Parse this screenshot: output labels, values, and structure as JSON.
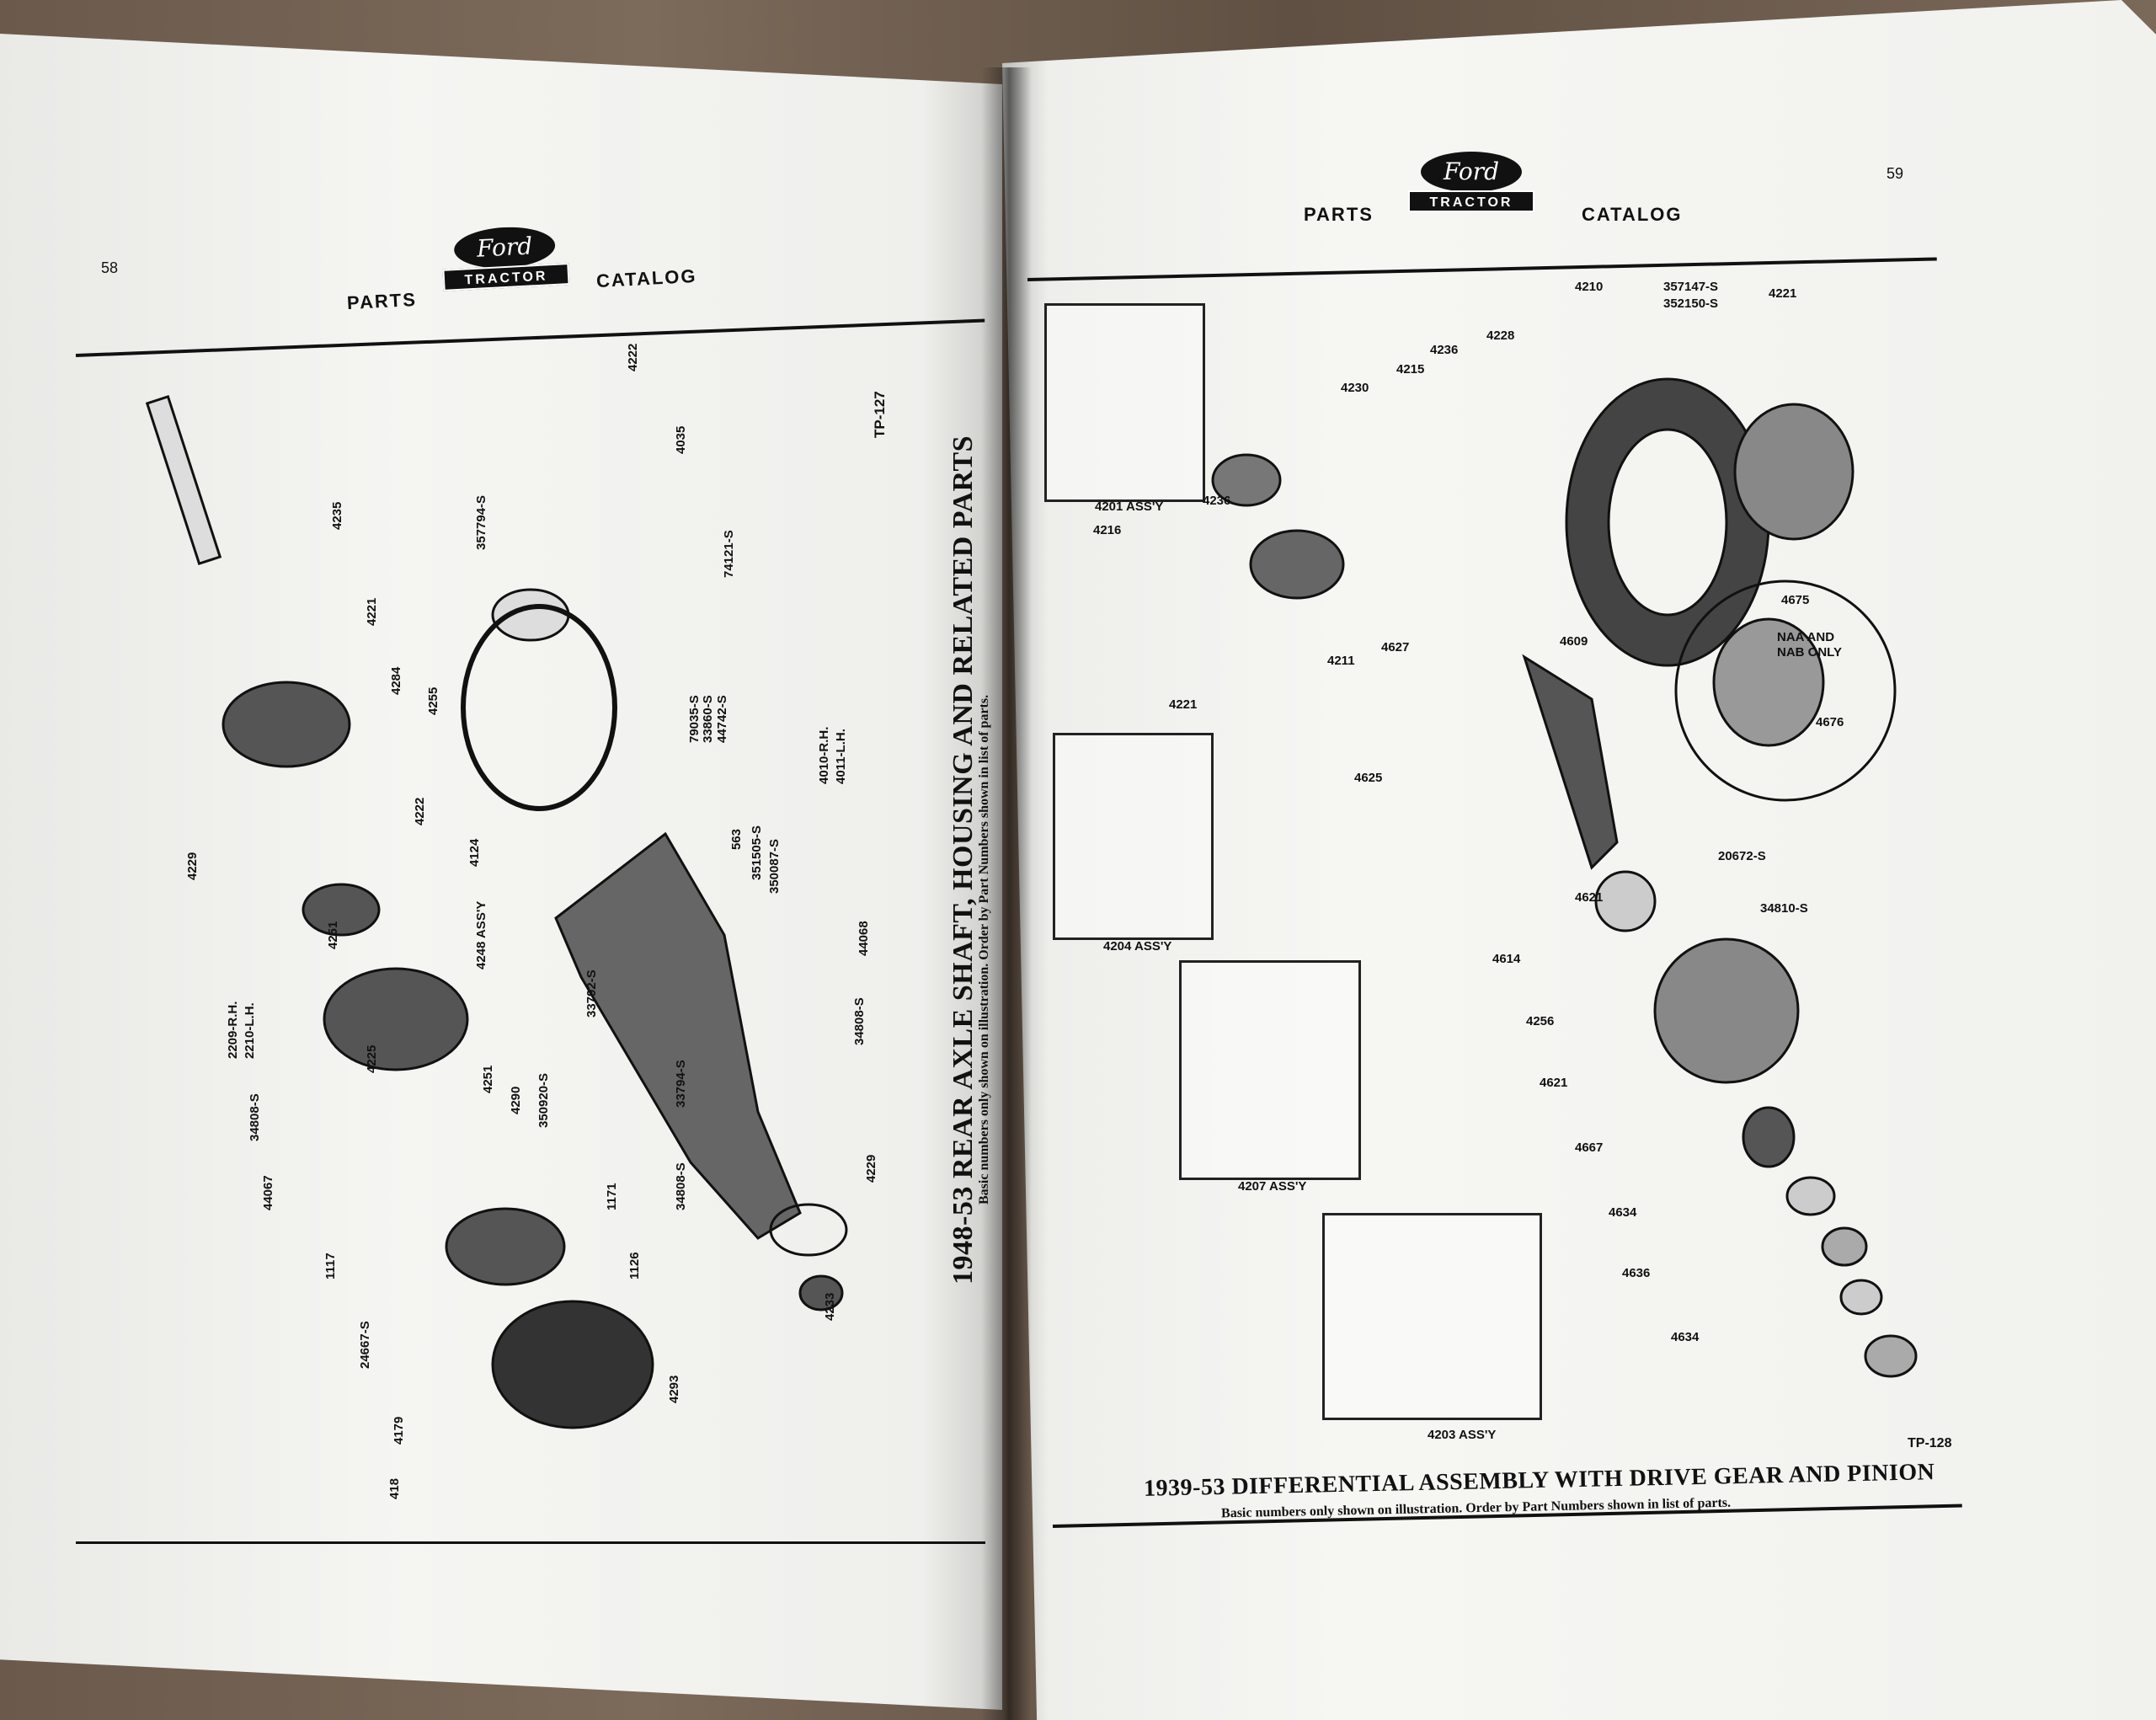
{
  "left_page": {
    "page_number": "58",
    "header": {
      "parts": "PARTS",
      "logo_script": "Ford",
      "logo_band": "TRACTOR",
      "catalog": "CATALOG"
    },
    "plate": "TP-127",
    "title": "1948-53 REAR AXLE SHAFT, HOUSING AND RELATED PARTS",
    "subtitle": "Basic numbers only shown on illustration. Order by Part Numbers shown in list of parts.",
    "labels": [
      "4235",
      "4221",
      "4284",
      "4255",
      "4222",
      "4124",
      "4229",
      "4251",
      "4248 ASS'Y",
      "2209-R.H.",
      "2210-L.H.",
      "4225",
      "4251",
      "4290",
      "34808-S",
      "350920-S",
      "44067",
      "1171",
      "1117",
      "1126",
      "24667-S",
      "4179",
      "418",
      "4293",
      "4233",
      "4229",
      "34808-S",
      "33794-S",
      "33792-S",
      "563",
      "351505-S",
      "350087-S",
      "44068",
      "34808-S",
      "4010-R.H.",
      "4011-L.H.",
      "79035-S",
      "33860-S",
      "44742-S",
      "74121-S",
      "4035",
      "4222",
      "357794-S"
    ]
  },
  "right_page": {
    "page_number": "59",
    "header": {
      "parts": "PARTS",
      "logo_script": "Ford",
      "logo_band": "TRACTOR",
      "catalog": "CATALOG"
    },
    "plate": "TP-128",
    "title": "1939-53 DIFFERENTIAL ASSEMBLY WITH DRIVE GEAR AND PINION",
    "subtitle": "Basic numbers only shown on illustration. Order by Part Numbers shown in list of parts.",
    "labels": [
      "357147-S",
      "352150-S",
      "4221",
      "4210",
      "4228",
      "4236",
      "4215",
      "4230",
      "4201 ASS'Y",
      "4216",
      "4236",
      "4211",
      "4627",
      "4609",
      "4221",
      "4675",
      "NAA AND",
      "NAB ONLY",
      "4676",
      "4625",
      "20672-S",
      "4621",
      "34810-S",
      "4204 ASS'Y",
      "4614",
      "4256",
      "4621",
      "4667",
      "4207 ASS'Y",
      "4634",
      "4636",
      "4634",
      "4203 ASS'Y"
    ]
  }
}
